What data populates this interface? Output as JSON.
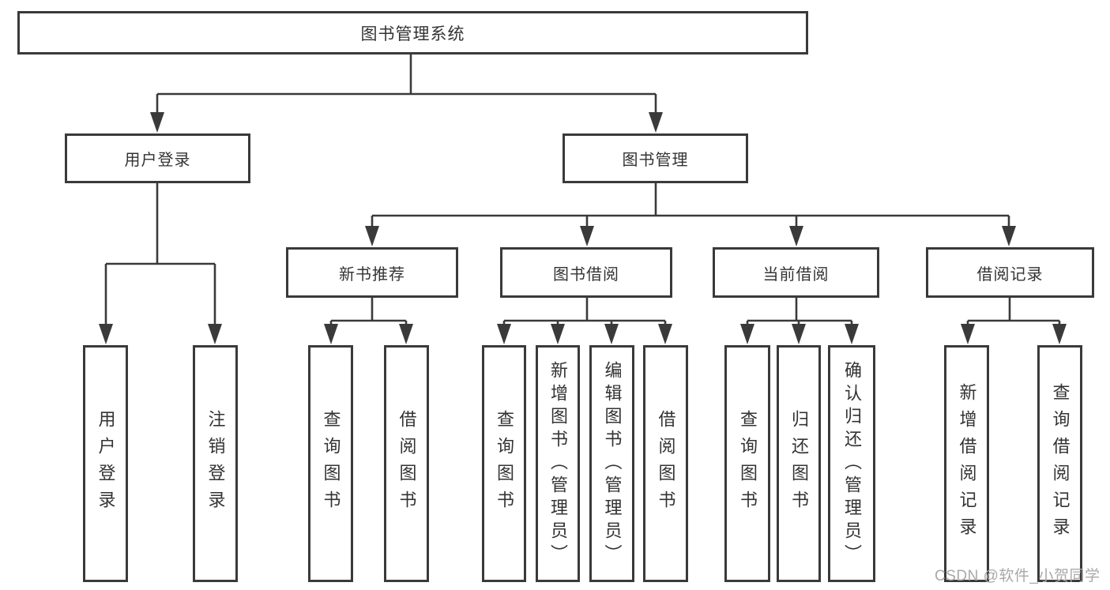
{
  "diagram": {
    "root": {
      "label": "图书管理系统"
    },
    "user_login": {
      "label": "用户登录",
      "leaves": [
        "用户登录",
        "注销登录"
      ]
    },
    "book_mgmt": {
      "label": "图书管理",
      "sections": [
        {
          "label": "新书推荐",
          "leaves": [
            "查询图书",
            "借阅图书"
          ]
        },
        {
          "label": "图书借阅",
          "leaves": [
            "查询图书",
            "新增图书（管理员）",
            "编辑图书（管理员）",
            "借阅图书"
          ]
        },
        {
          "label": "当前借阅",
          "leaves": [
            "查询图书",
            "归还图书",
            "确认归还（管理员）"
          ]
        },
        {
          "label": "借阅记录",
          "leaves": [
            "新增借阅记录",
            "查询借阅记录"
          ]
        }
      ]
    }
  },
  "watermark": {
    "text": "CSDN @软件_小贺同学"
  },
  "colors": {
    "line": "#3a3a3a",
    "text": "#333333",
    "background": "#ffffff",
    "watermark": "#a9a9a9"
  }
}
